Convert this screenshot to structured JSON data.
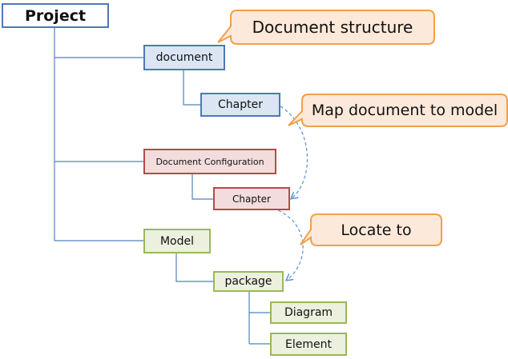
{
  "diagram": {
    "root": "Project",
    "nodes": {
      "document": "document",
      "doc_chapter": "Chapter",
      "document_configuration": "Document Configuration",
      "config_chapter": "Chapter",
      "model": "Model",
      "package": "package",
      "diagram": "Diagram",
      "element": "Element"
    },
    "callouts": {
      "document_structure": "Document structure",
      "map_document_to_model": "Map document to model",
      "locate_to": "Locate to"
    }
  },
  "colors": {
    "connector": "#5b9bd5",
    "blue_fill": "#dbe5f4",
    "blue_border": "#4f79b8",
    "red_fill": "#f3dcdc",
    "red_border": "#b74a4a",
    "green_fill": "#ebf1de",
    "green_border": "#98b954",
    "callout_fill": "#fde9d9",
    "callout_border": "#f0a04b"
  }
}
